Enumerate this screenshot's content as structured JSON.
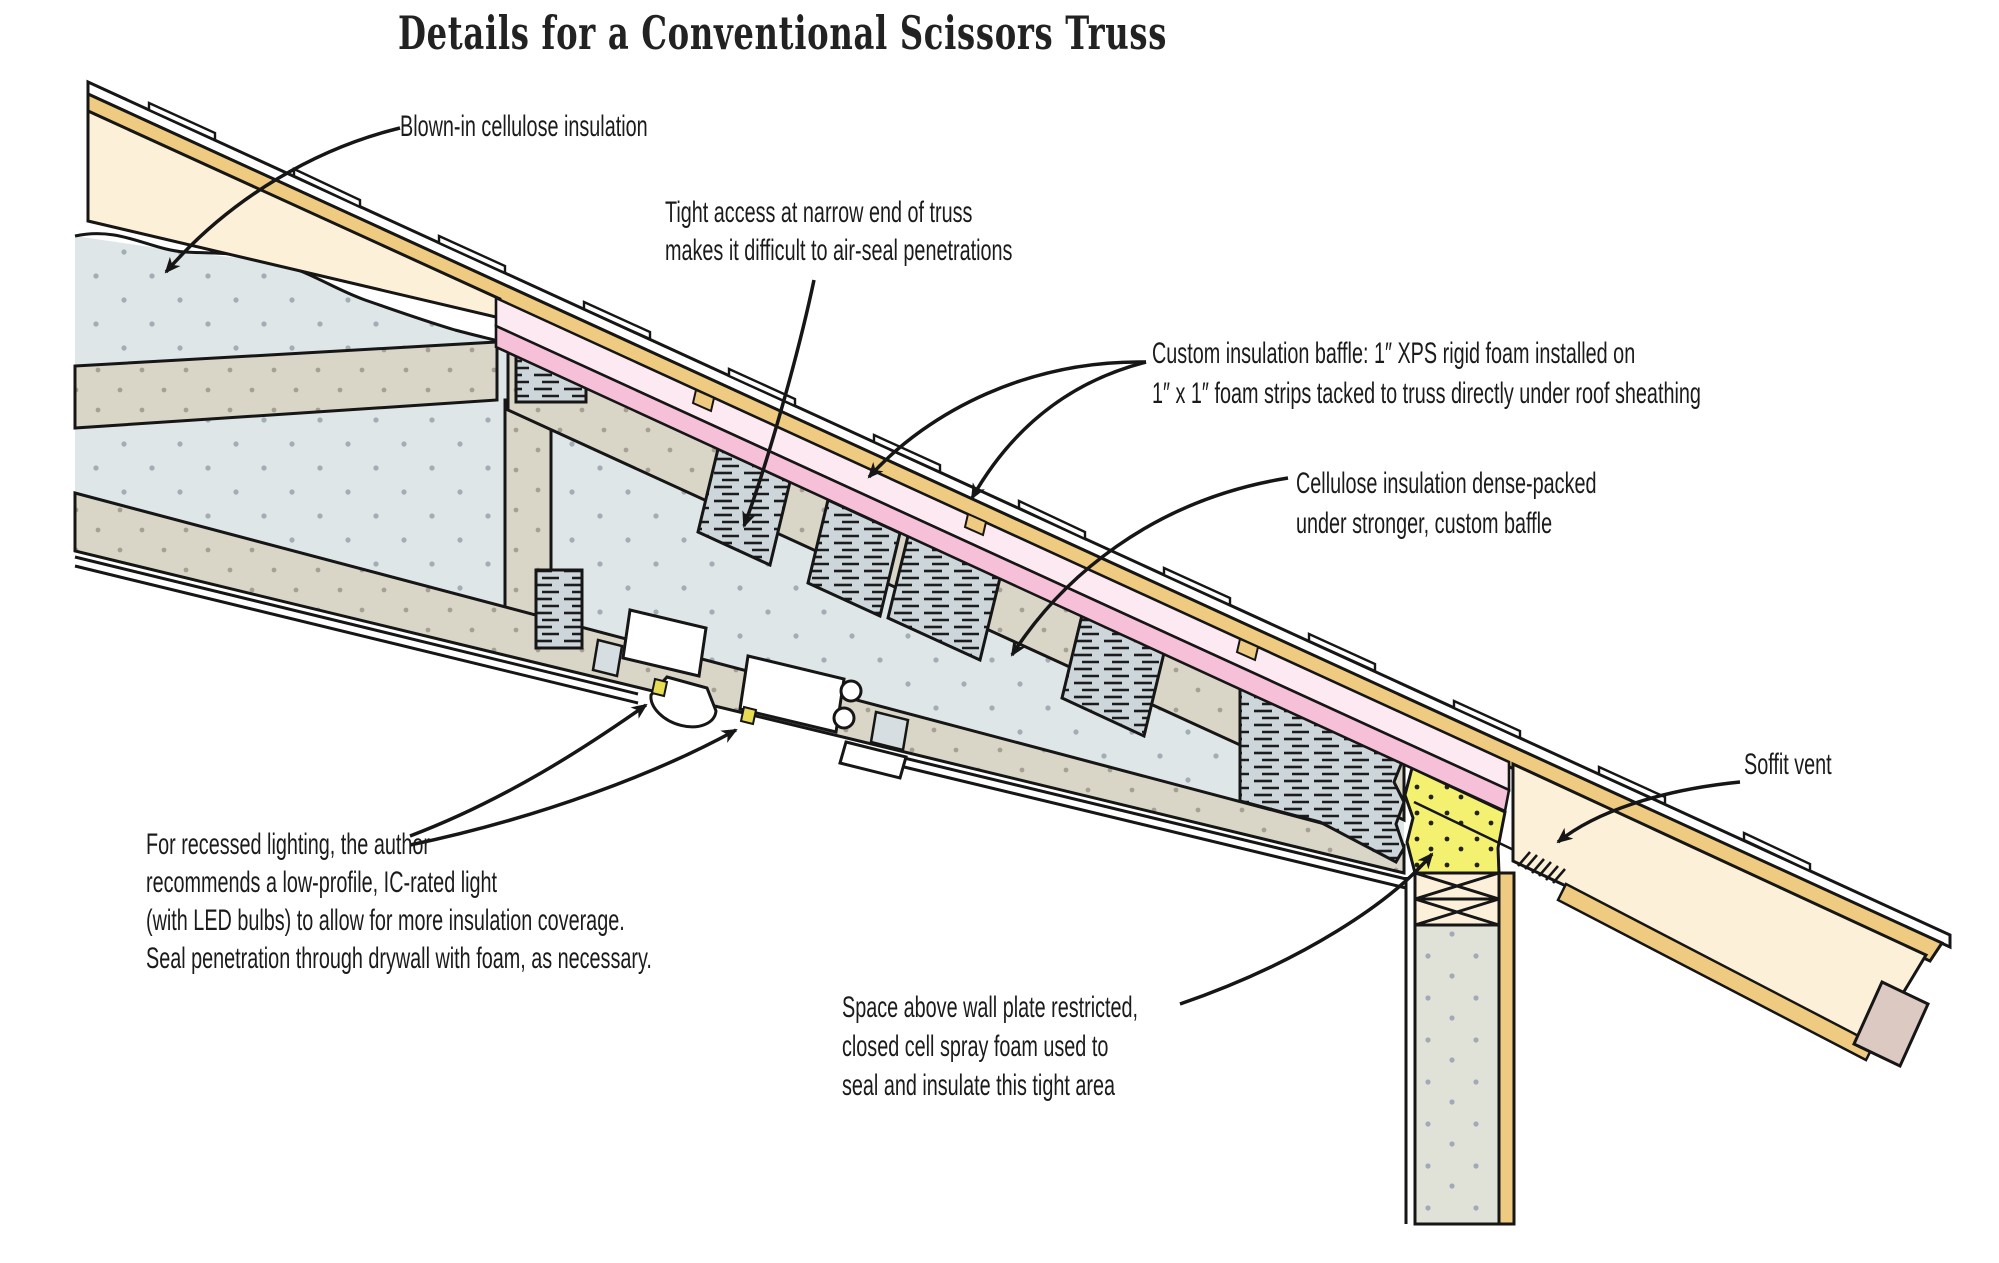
{
  "title": "Details for a Conventional Scissors Truss",
  "labels": {
    "blown_in": "Blown-in cellulose insulation",
    "tight_access": [
      "Tight access at narrow end of truss",
      "makes it difficult to air-seal penetrations"
    ],
    "custom_baffle": [
      "Custom insulation baffle: 1″ XPS rigid foam installed on",
      "1″ x 1″ foam strips tacked to truss directly under roof sheathing"
    ],
    "dense_pack": [
      "Cellulose insulation dense-packed",
      "under stronger, custom baffle"
    ],
    "soffit_vent": "Soffit vent",
    "recessed_light": [
      "For recessed lighting, the author",
      "recommends a low-profile, IC-rated light",
      "(with LED bulbs) to allow for more insulation coverage.",
      "Seal penetration through drywall with foam, as necessary."
    ],
    "wall_plate": [
      "Space above wall plate restricted,",
      "closed cell spray foam used to",
      "seal and insulate this tight area"
    ]
  },
  "colors": {
    "outline": "#161616",
    "roof_sheathing": "#eecb81",
    "lumber_cream": "#fdf0d8",
    "baffle_light_pink": "#fce9f2",
    "baffle_pink": "#f6c0d8",
    "loose_cellulose": "#dfe6e8",
    "truss_wood": "#d9d6c8",
    "dense_pack_fill": "#ccd6db",
    "spray_foam": "#f4f170",
    "wall_core": "#e0e2d8",
    "fascia": "#dcc9c2",
    "foam_sealant_dab": "#e8dc55"
  }
}
